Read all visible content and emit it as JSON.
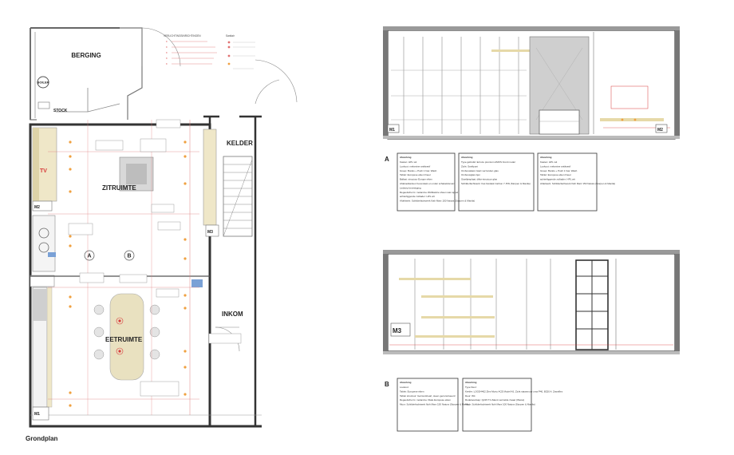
{
  "rooms": {
    "berging": "BERGING",
    "boiler": "BOILER",
    "stock": "STOCK",
    "kelder": "KELDER",
    "zitruimte": "ZITRUIMTE",
    "eetruimte": "EETRUIMTE",
    "inkom": "INKOM"
  },
  "markers": {
    "a": "A",
    "b": "B",
    "tv": "TV",
    "m1": "M1",
    "m2": "M2",
    "m3": "M3"
  },
  "plan_title": "Grondplan",
  "elevations": {
    "a_label": "A",
    "b_label": "B",
    "m1": "M1",
    "m2": "M2",
    "m3": "M3"
  },
  "legend_box_a": [
    {
      "title": "Afwerking",
      "lines": [
        "Kasten: HPL wit",
        "Lookout: melamine antikrasif",
        "Greep: Buralo + Push 1 has: Wash",
        "Tablet: Europese eiken fineer",
        "Ballast: structuur Europe eiken",
        "Afdeluelkantuur bovenkast en onder schakeldomein",
        "Ledstrip bevestiging",
        "Regeelscherm: melamine Wolfkastrie sheen wan appel",
        "achterliggende zoiltader: HPL wit",
        "Afdelwerk: Schilderfachtwerk floth Marz 150 Natura (Storpen & Manila)"
      ]
    },
    {
      "title": "Afwerking",
      "lines": [
        "Type gebruikt: Ecruze premium AMOS Fond model",
        "Zicht: Sanftpunt",
        "Ombouwkast zwart verzonden glas",
        "Ombouwglas rijen",
        "Stoeltjesplaat: dikte-structuur glas",
        "Schilderfachtwerk: fras biodekk Carbon 7 J5N (Storpen & Manila)"
      ]
    },
    {
      "title": "Afwerking",
      "lines": [
        "Kasten: HPL wit",
        "Lookout: melamine antikrasif",
        "Greep: Buralo + Push 1 has: Wash",
        "Tablet: Europese eiken fineer",
        "achterliggende zoiltader: HPL wit",
        "Afdelwerk: Schilderfachtwerk floth Marz 150 Natura (Storpen & Manila)"
      ]
    }
  ],
  "legend_box_b": [
    {
      "title": "Afwerking",
      "lines": [
        "Lookout:",
        "Tablet: Europese eiken",
        "Tablet structuur: Gericentrieart, steen geconstrueerd",
        "Regeelscherm: melamine Vitale Europese eiken",
        "Muur: Schilderfachtwerk floth Marz 150 Natura (Storpen & Manila)"
      ]
    },
    {
      "title": "Afwerking",
      "lines": [
        "Type Deur:",
        "Kertfer: LOGD4402 Zlez Morto ACE Model K6, Zicht staanmuur oma P40, B320.4, Zwartflex",
        "Deur: Wit",
        "Rodeloos/wap: Q215 T1 Zalent vernielde zwaar (Weiss)",
        "Muur: Schilderfachtwerk floth Marz 100 Natura (Storpen & Manila)"
      ]
    }
  ]
}
